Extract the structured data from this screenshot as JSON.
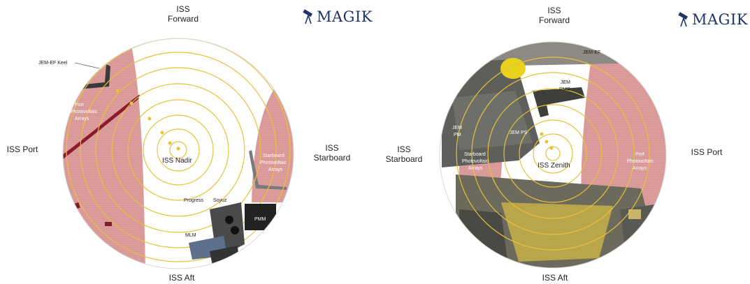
{
  "left_view": {
    "forward": "ISS\nForward",
    "aft": "ISS Aft",
    "port": "ISS Port",
    "starboard": "ISS\nStarboard",
    "logo": "MAGIK",
    "center": "ISS Nadir",
    "labels": {
      "jem_ef_keel": "JEM-EF Keel",
      "port_pv_1": "Port",
      "port_pv_2": "Photovoltaic",
      "port_pv_3": "Arrays",
      "stbd_pv_1": "Starboard",
      "stbd_pv_2": "Photovoltaic",
      "stbd_pv_3": "Arrays",
      "progress": "Progress",
      "soyuz": "Soyuz",
      "pmm": "PMM",
      "mlm": "MLM"
    }
  },
  "right_view": {
    "forward": "ISS\nForward",
    "aft": "ISS Aft",
    "port": "ISS Port",
    "starboard": "ISS\nStarboard",
    "logo": "MAGIK",
    "center": "ISS Zenith",
    "labels": {
      "jem_ef": "JEM-EF",
      "jem_rms_1": "JEM",
      "jem_rms_2": "RMS",
      "jem_pm_1": "JEM",
      "jem_pm_2": "PM",
      "jem_ps": "JEM PS",
      "stbd_pv_1": "Starboard",
      "stbd_pv_2": "Photovoltaic",
      "stbd_pv_3": "Arrays",
      "port_pv_1": "Port",
      "port_pv_2": "Photovoltaic",
      "port_pv_3": "Arrays"
    }
  },
  "colors": {
    "array_pink": "#dc9c9c",
    "ring_yellow": "#e8c23a",
    "logo_navy": "#1f3568",
    "module_gray": "#6b6b66",
    "gold": "#b9a64a"
  }
}
